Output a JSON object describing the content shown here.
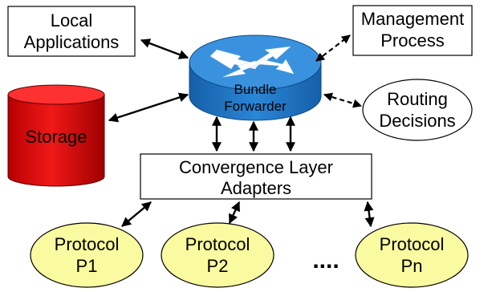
{
  "nodes": {
    "local_applications": {
      "line1": "Local",
      "line2": "Applications"
    },
    "management_process": {
      "line1": "Management",
      "line2": "Process"
    },
    "bundle_forwarder": {
      "line1": "Bundle",
      "line2": "Forwarder"
    },
    "routing_decisions": {
      "line1": "Routing",
      "line2": "Decisions"
    },
    "storage": {
      "label": "Storage"
    },
    "convergence_layer": {
      "line1": "Convergence Layer",
      "line2": "Adapters"
    },
    "protocols": [
      {
        "line1": "Protocol",
        "line2": "P1"
      },
      {
        "line1": "Protocol",
        "line2": "P2"
      },
      {
        "line1": "Protocol",
        "line2": "Pn"
      }
    ],
    "ellipsis": "...."
  },
  "colors": {
    "router_top": "#2f86d4",
    "router_body": "#1c74c2",
    "storage": "#e01010",
    "protocol_fill": "#fafaa0"
  }
}
